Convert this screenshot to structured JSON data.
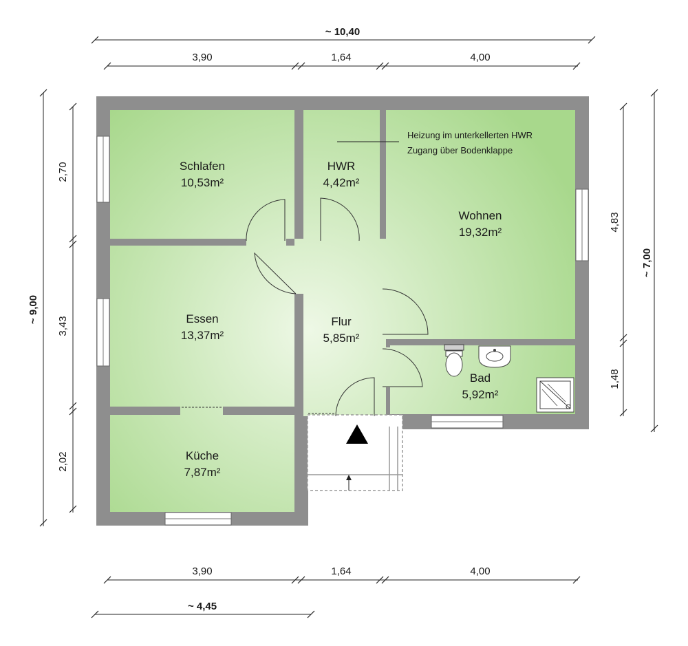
{
  "dimensions": {
    "top_total": "~ 10,40",
    "top_segments": [
      "3,90",
      "1,64",
      "4,00"
    ],
    "bottom_segments": [
      "3,90",
      "1,64",
      "4,00"
    ],
    "bottom_total": "~ 4,45",
    "left_total": "~ 9,00",
    "left_segments": [
      "2,70",
      "3,43",
      "2,02"
    ],
    "right_segments": [
      "4,83",
      "1,48"
    ],
    "right_total": "~ 7,00"
  },
  "rooms": {
    "schlafen": {
      "name": "Schlafen",
      "area": "10,53m²"
    },
    "hwr": {
      "name": "HWR",
      "area": "4,42m²"
    },
    "wohnen": {
      "name": "Wohnen",
      "area": "19,32m²"
    },
    "essen": {
      "name": "Essen",
      "area": "13,37m²"
    },
    "flur": {
      "name": "Flur",
      "area": "5,85m²"
    },
    "bad": {
      "name": "Bad",
      "area": "5,92m²"
    },
    "kueche": {
      "name": "Küche",
      "area": "7,87m²"
    }
  },
  "note": {
    "line1": "Heizung im unterkellerten HWR",
    "line2": "Zugang über Bodenklappe"
  },
  "colors": {
    "room_green": "#a8d88c",
    "room_light": "#eef8e6",
    "wall": "#8e8e8e"
  }
}
